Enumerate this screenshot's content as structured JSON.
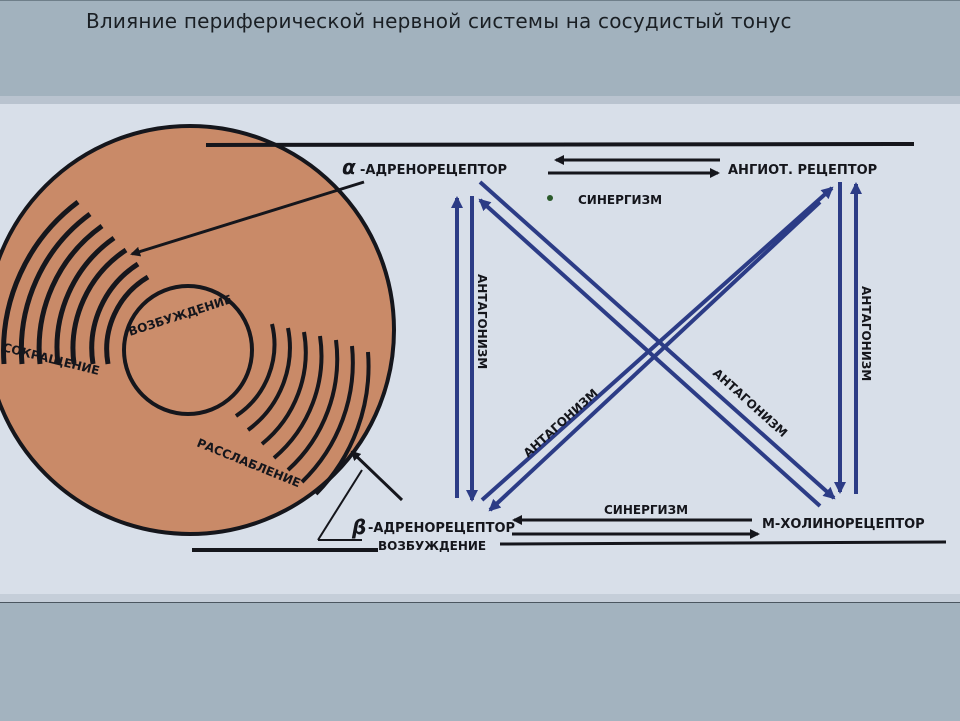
{
  "slide": {
    "title": "Влияние периферической нервной системы на сосудистый тонус"
  },
  "diagram": {
    "vessel_labels": {
      "excitation": "ВОЗБУЖДЕНИЕ",
      "contraction": "СОКРАЩЕНИЕ",
      "relaxation": "РАССЛАБЛЕНИЕ"
    },
    "receptors": {
      "alpha": "-АДРЕНОРЕЦЕПТОР",
      "alpha_symbol": "α",
      "angiotensin": "АНГИОТ. РЕЦЕПТОР",
      "beta": "-АДРЕНОРЕЦЕПТОР",
      "beta_symbol": "β",
      "m_cholino": "М-ХОЛИНОРЕЦЕПТОР"
    },
    "relations": {
      "synergism_top": "СИНЕРГИЗМ",
      "synergism_bottom": "СИНЕРГИЗМ",
      "antagonism_left": "АНТАГОНИЗМ",
      "antagonism_right": "АНТАГОНИЗМ",
      "antagonism_diag1": "АНТАГОНИЗМ",
      "antagonism_diag2": "АНТАГОНИЗМ",
      "excitation_bottom": "ВОЗБУЖДЕНИЕ"
    },
    "colors": {
      "vessel_fill": "#c98a68",
      "arrow_blue": "#2c3c86",
      "ink": "#15161c",
      "paper": "#d9e0ea"
    }
  }
}
